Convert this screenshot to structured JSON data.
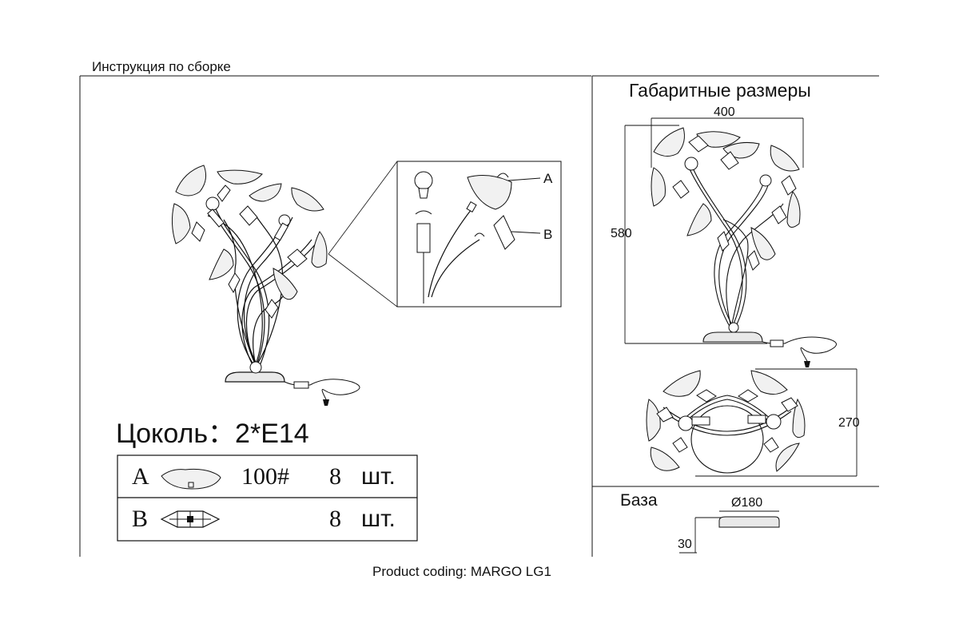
{
  "header": {
    "assembly_title": "Инструкция по сборке",
    "dimensions_title": "Габаритные размеры"
  },
  "dimensions": {
    "width": "400",
    "height": "580",
    "depth": "270"
  },
  "base": {
    "label": "База",
    "diameter": "Ø180",
    "height": "30"
  },
  "callouts": {
    "a": "A",
    "b": "B"
  },
  "socket": {
    "label": "Цоколь：",
    "value": "2*E14"
  },
  "parts": [
    {
      "letter": "A",
      "code": "100#",
      "qty": "8",
      "unit": "шт."
    },
    {
      "letter": "B",
      "code": "",
      "qty": "8",
      "unit": "шт."
    }
  ],
  "footer": {
    "product_coding": "Product coding: MARGO  LG1"
  },
  "colors": {
    "line": "#111111",
    "leaf_fill": "#f1f1f1",
    "base_fill": "#e9e9e9"
  }
}
